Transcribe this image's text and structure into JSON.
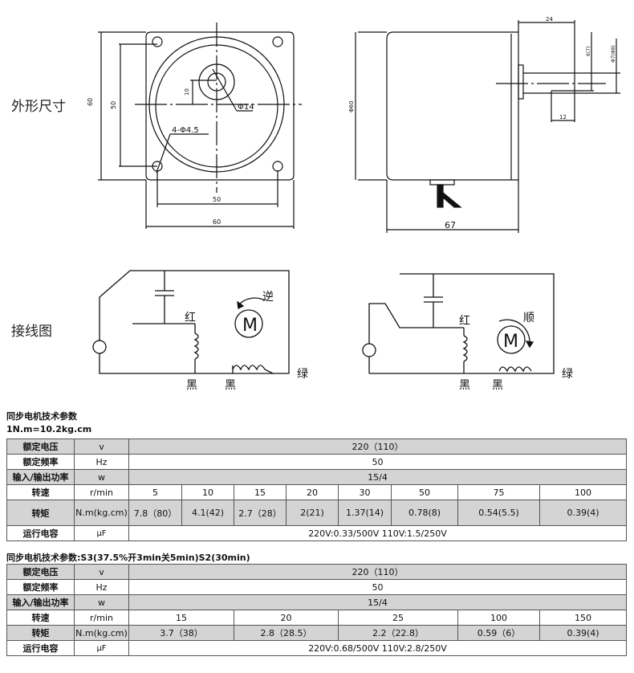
{
  "sections": {
    "dimensions": "外形尺寸",
    "wiring": "接线图"
  },
  "dimension_drawing": {
    "front": {
      "height": "60",
      "hole_pitch_v": "50",
      "hole_pitch_h": "50",
      "width": "60",
      "shaft_offset": "10",
      "boss_dia": "Φ14",
      "holes": "4-Φ4.5"
    },
    "side": {
      "shaft_len": "24",
      "flat": "6(7)",
      "shaft_dia": "Φ7(Φ8)",
      "flat_len": "12",
      "body_len": "67",
      "body_dia": "Φ60"
    }
  },
  "wiring": {
    "left": {
      "red": "红",
      "black1": "黑",
      "black2": "黑",
      "green": "绿",
      "direction": "逆",
      "motor": "M"
    },
    "right": {
      "red": "红",
      "black1": "黑",
      "black2": "黑",
      "green": "绿",
      "direction": "顺",
      "motor": "M"
    }
  },
  "table1": {
    "title": "同步电机技术参数",
    "note": "1N.m=10.2kg.cm",
    "voltage": {
      "label": "额定电压",
      "unit": "v",
      "value": "220（110）"
    },
    "frequency": {
      "label": "额定频率",
      "unit": "Hz",
      "value": "50"
    },
    "power": {
      "label": "输入/输出功率",
      "unit": "w",
      "value": "15/4"
    },
    "speed": {
      "label": "转速",
      "unit": "r/min",
      "values": [
        "5",
        "10",
        "15",
        "20",
        "30",
        "50",
        "75",
        "100"
      ]
    },
    "torque": {
      "label": "转矩",
      "unit": "N.m(kg.cm)",
      "values": [
        "7.8（80）",
        "4.1(42)",
        "2.7（28）",
        "2(21)",
        "1.37(14)",
        "0.78(8)",
        "0.54(5.5)",
        "0.39(4)"
      ]
    },
    "capacitor": {
      "label": "运行电容",
      "unit": "μF",
      "value": "220V:0.33/500V 110V:1.5/250V"
    }
  },
  "table2": {
    "title": "同步电机技术参数:S3(37.5%开3min关5min)S2(30min)",
    "voltage": {
      "label": "额定电压",
      "unit": "v",
      "value": "220（110）"
    },
    "frequency": {
      "label": "额定频率",
      "unit": "Hz",
      "value": "50"
    },
    "power": {
      "label": "输入/输出功率",
      "unit": "w",
      "value": "15/4"
    },
    "speed": {
      "label": "转速",
      "unit": "r/min",
      "values": [
        "15",
        "20",
        "25",
        "100",
        "150"
      ]
    },
    "torque": {
      "label": "转矩",
      "unit": "N.m(kg.cm)",
      "values": [
        "3.7（38）",
        "2.8（28.5）",
        "2.2（22.8）",
        "0.59（6）",
        "0.39(4)"
      ]
    },
    "capacitor": {
      "label": "运行电容",
      "unit": "μF",
      "value": "220V:0.68/500V 110V:2.8/250V"
    }
  }
}
